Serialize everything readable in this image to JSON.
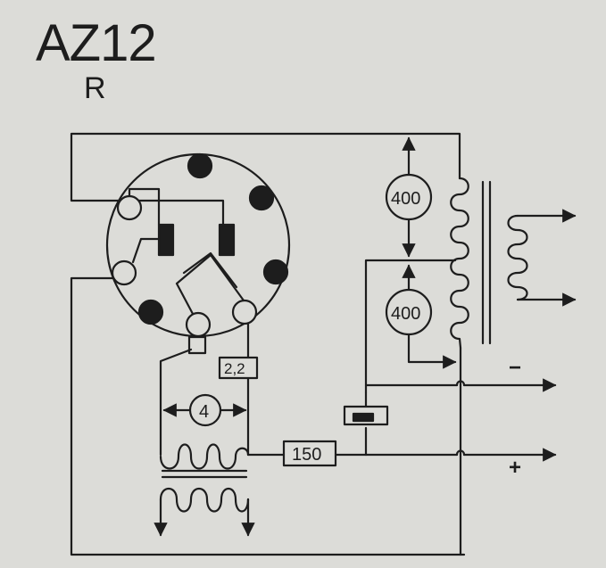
{
  "diagram": {
    "title": "AZ12",
    "subtitle": "R",
    "resistor_top": "400",
    "resistor_bottom": "400",
    "filament_value": "4",
    "filament_resistor": "2,2",
    "series_resistor": "150",
    "output_negative": "−",
    "output_positive": "+"
  },
  "colors": {
    "background": "#dcdcd8",
    "ink": "#1d1d1d"
  }
}
